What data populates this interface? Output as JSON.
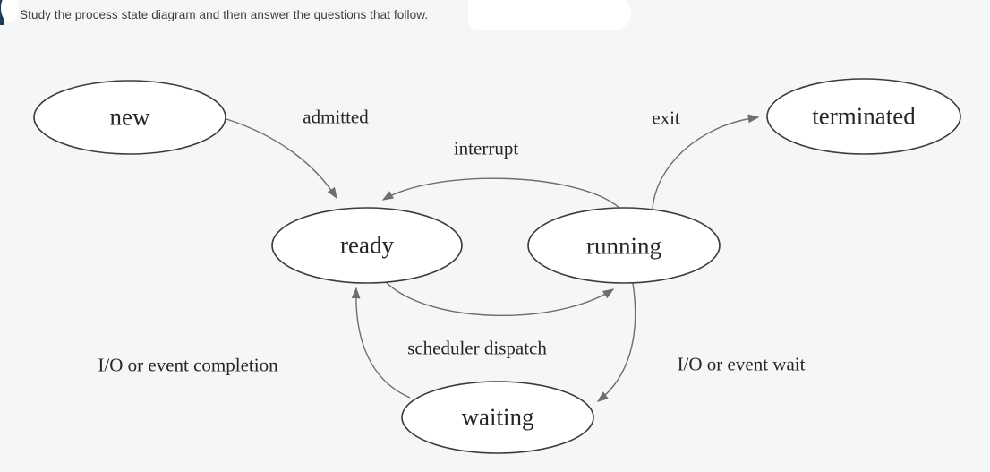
{
  "header": {
    "instruction": "Study the process state diagram and then answer the questions that follow."
  },
  "diagram": {
    "type": "process-state-diagram",
    "states": [
      {
        "id": "new",
        "label": "new"
      },
      {
        "id": "ready",
        "label": "ready"
      },
      {
        "id": "running",
        "label": "running"
      },
      {
        "id": "waiting",
        "label": "waiting"
      },
      {
        "id": "terminated",
        "label": "terminated"
      }
    ],
    "transitions": [
      {
        "from": "new",
        "to": "ready",
        "label": "admitted"
      },
      {
        "from": "running",
        "to": "ready",
        "label": "interrupt"
      },
      {
        "from": "running",
        "to": "terminated",
        "label": "exit"
      },
      {
        "from": "ready",
        "to": "running",
        "label": "scheduler dispatch"
      },
      {
        "from": "running",
        "to": "waiting",
        "label": "I/O or event wait"
      },
      {
        "from": "waiting",
        "to": "ready",
        "label": "I/O or event completion"
      }
    ]
  },
  "colors": {
    "page_background": "#f5f6f8",
    "state_fill": "#ffffff",
    "state_stroke": "#3c3c3c",
    "arrow": "#6e6e6e",
    "label_text": "#262626",
    "header_text": "#3d3d3d",
    "left_edge_accent": "#1d3c59"
  }
}
